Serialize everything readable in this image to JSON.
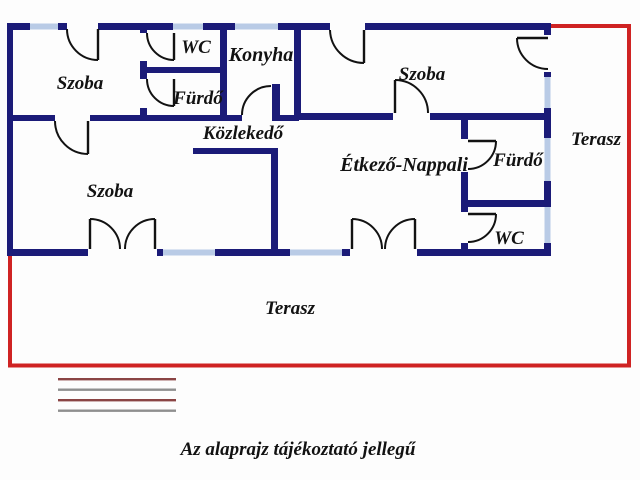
{
  "caption": "Az alaprajz tájékoztató jellegű",
  "labels": {
    "szoba_top_left": "Szoba",
    "wc_left": "WC",
    "konyha": "Konyha",
    "furdo_left": "Fürdő",
    "kozlekedo": "Közlekedő",
    "szoba_top_right": "Szoba",
    "szoba_bottom_left": "Szoba",
    "etkezo_nappali": "Étkező-Nappali",
    "furdo_right": "Fürdő",
    "wc_right": "WC",
    "terasz_right": "Terasz",
    "terasz_bottom": "Terasz"
  },
  "colors": {
    "wall": "#1b1b78",
    "window": "#b9cbe6",
    "terrace_border": "#cf2323",
    "door_line": "#121212",
    "background": "#fdfdfd",
    "label_text": "#121212",
    "scale_line_red": "#8a4444",
    "scale_line_gray": "#8f8f8f"
  }
}
